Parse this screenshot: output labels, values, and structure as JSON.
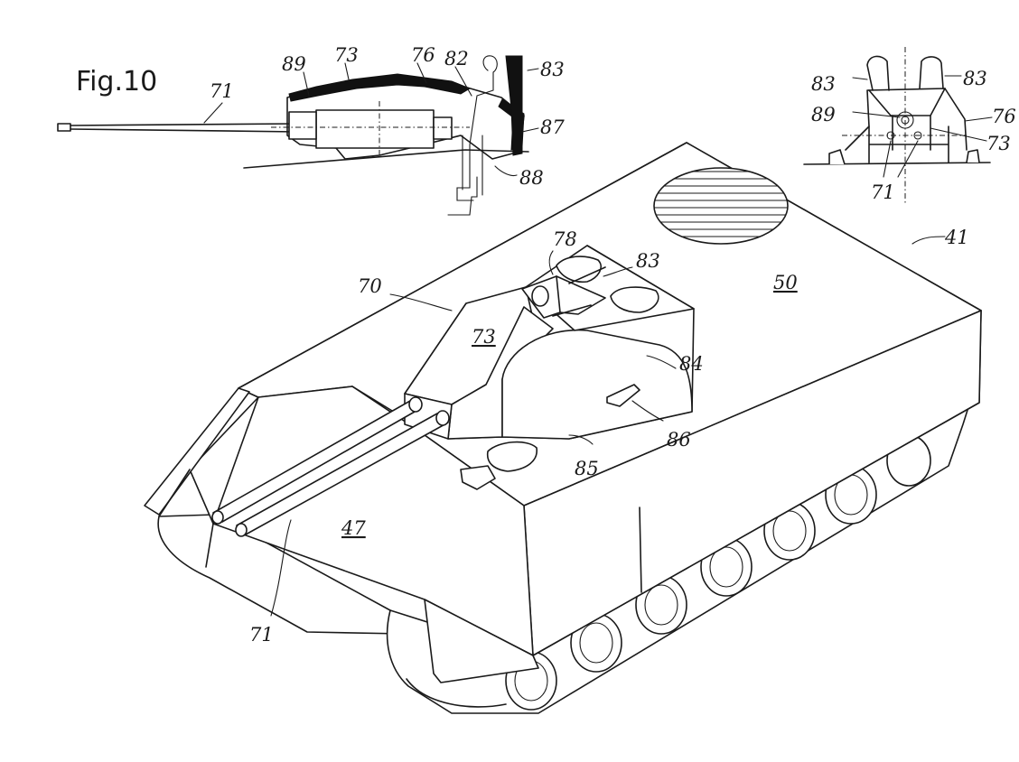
{
  "figure": {
    "title": "Fig.10"
  },
  "labels": {
    "gun_side": "71",
    "side_89": "89",
    "side_73": "73",
    "side_76": "76",
    "side_82": "82",
    "side_83": "83",
    "side_87": "87",
    "side_88": "88",
    "front_83_left": "83",
    "front_83_right": "83",
    "front_89": "89",
    "front_76": "76",
    "front_73": "73",
    "front_71": "71",
    "main_41": "41",
    "main_78": "78",
    "main_83": "83",
    "main_70": "70",
    "main_50": "50",
    "main_73": "73",
    "main_84": "84",
    "main_86": "86",
    "main_85": "85",
    "main_47": "47",
    "main_71": "71"
  }
}
